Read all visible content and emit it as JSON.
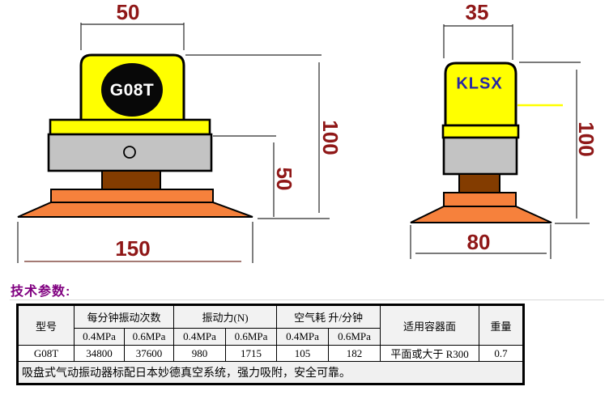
{
  "diagram": {
    "front_view": {
      "model_label": "G08T",
      "dims": {
        "top_width": "50",
        "height": "100",
        "lower_height": "50",
        "base_width": "150"
      }
    },
    "side_view": {
      "brand_label": "KLSX",
      "dims": {
        "top_width": "35",
        "height": "100",
        "base_width": "80"
      }
    },
    "colors": {
      "body_yellow": "#ffff00",
      "housing_gray": "#c3c3c3",
      "mount_brown": "#833c00",
      "cup_orange": "#f6813c",
      "dim_text_red": "#8f1717",
      "brand_navy": "#2626a6",
      "heading_purple": "#800080"
    }
  },
  "specs_heading": "技术参数:",
  "table": {
    "headers": {
      "model": "型号",
      "vibrations_per_min": "每分钟振动次数",
      "vibration_force": "振动力(N)",
      "air_consumption": "空气耗 升/分钟",
      "container_surface": "适用容器面",
      "weight": "重量"
    },
    "pressure_subheaders": [
      "0.4MPa",
      "0.6MPa",
      "0.4MPa",
      "0.6MPa",
      "0.4MPa",
      "0.6MPa"
    ],
    "data_row": {
      "model": "G08T",
      "values": [
        "34800",
        "37600",
        "980",
        "1715",
        "105",
        "182"
      ],
      "surface": "平面或大于 R300",
      "weight": "0.7"
    },
    "note": "吸盘式气动振动器标配日本妙德真空系统，强力吸附，安全可靠。"
  }
}
